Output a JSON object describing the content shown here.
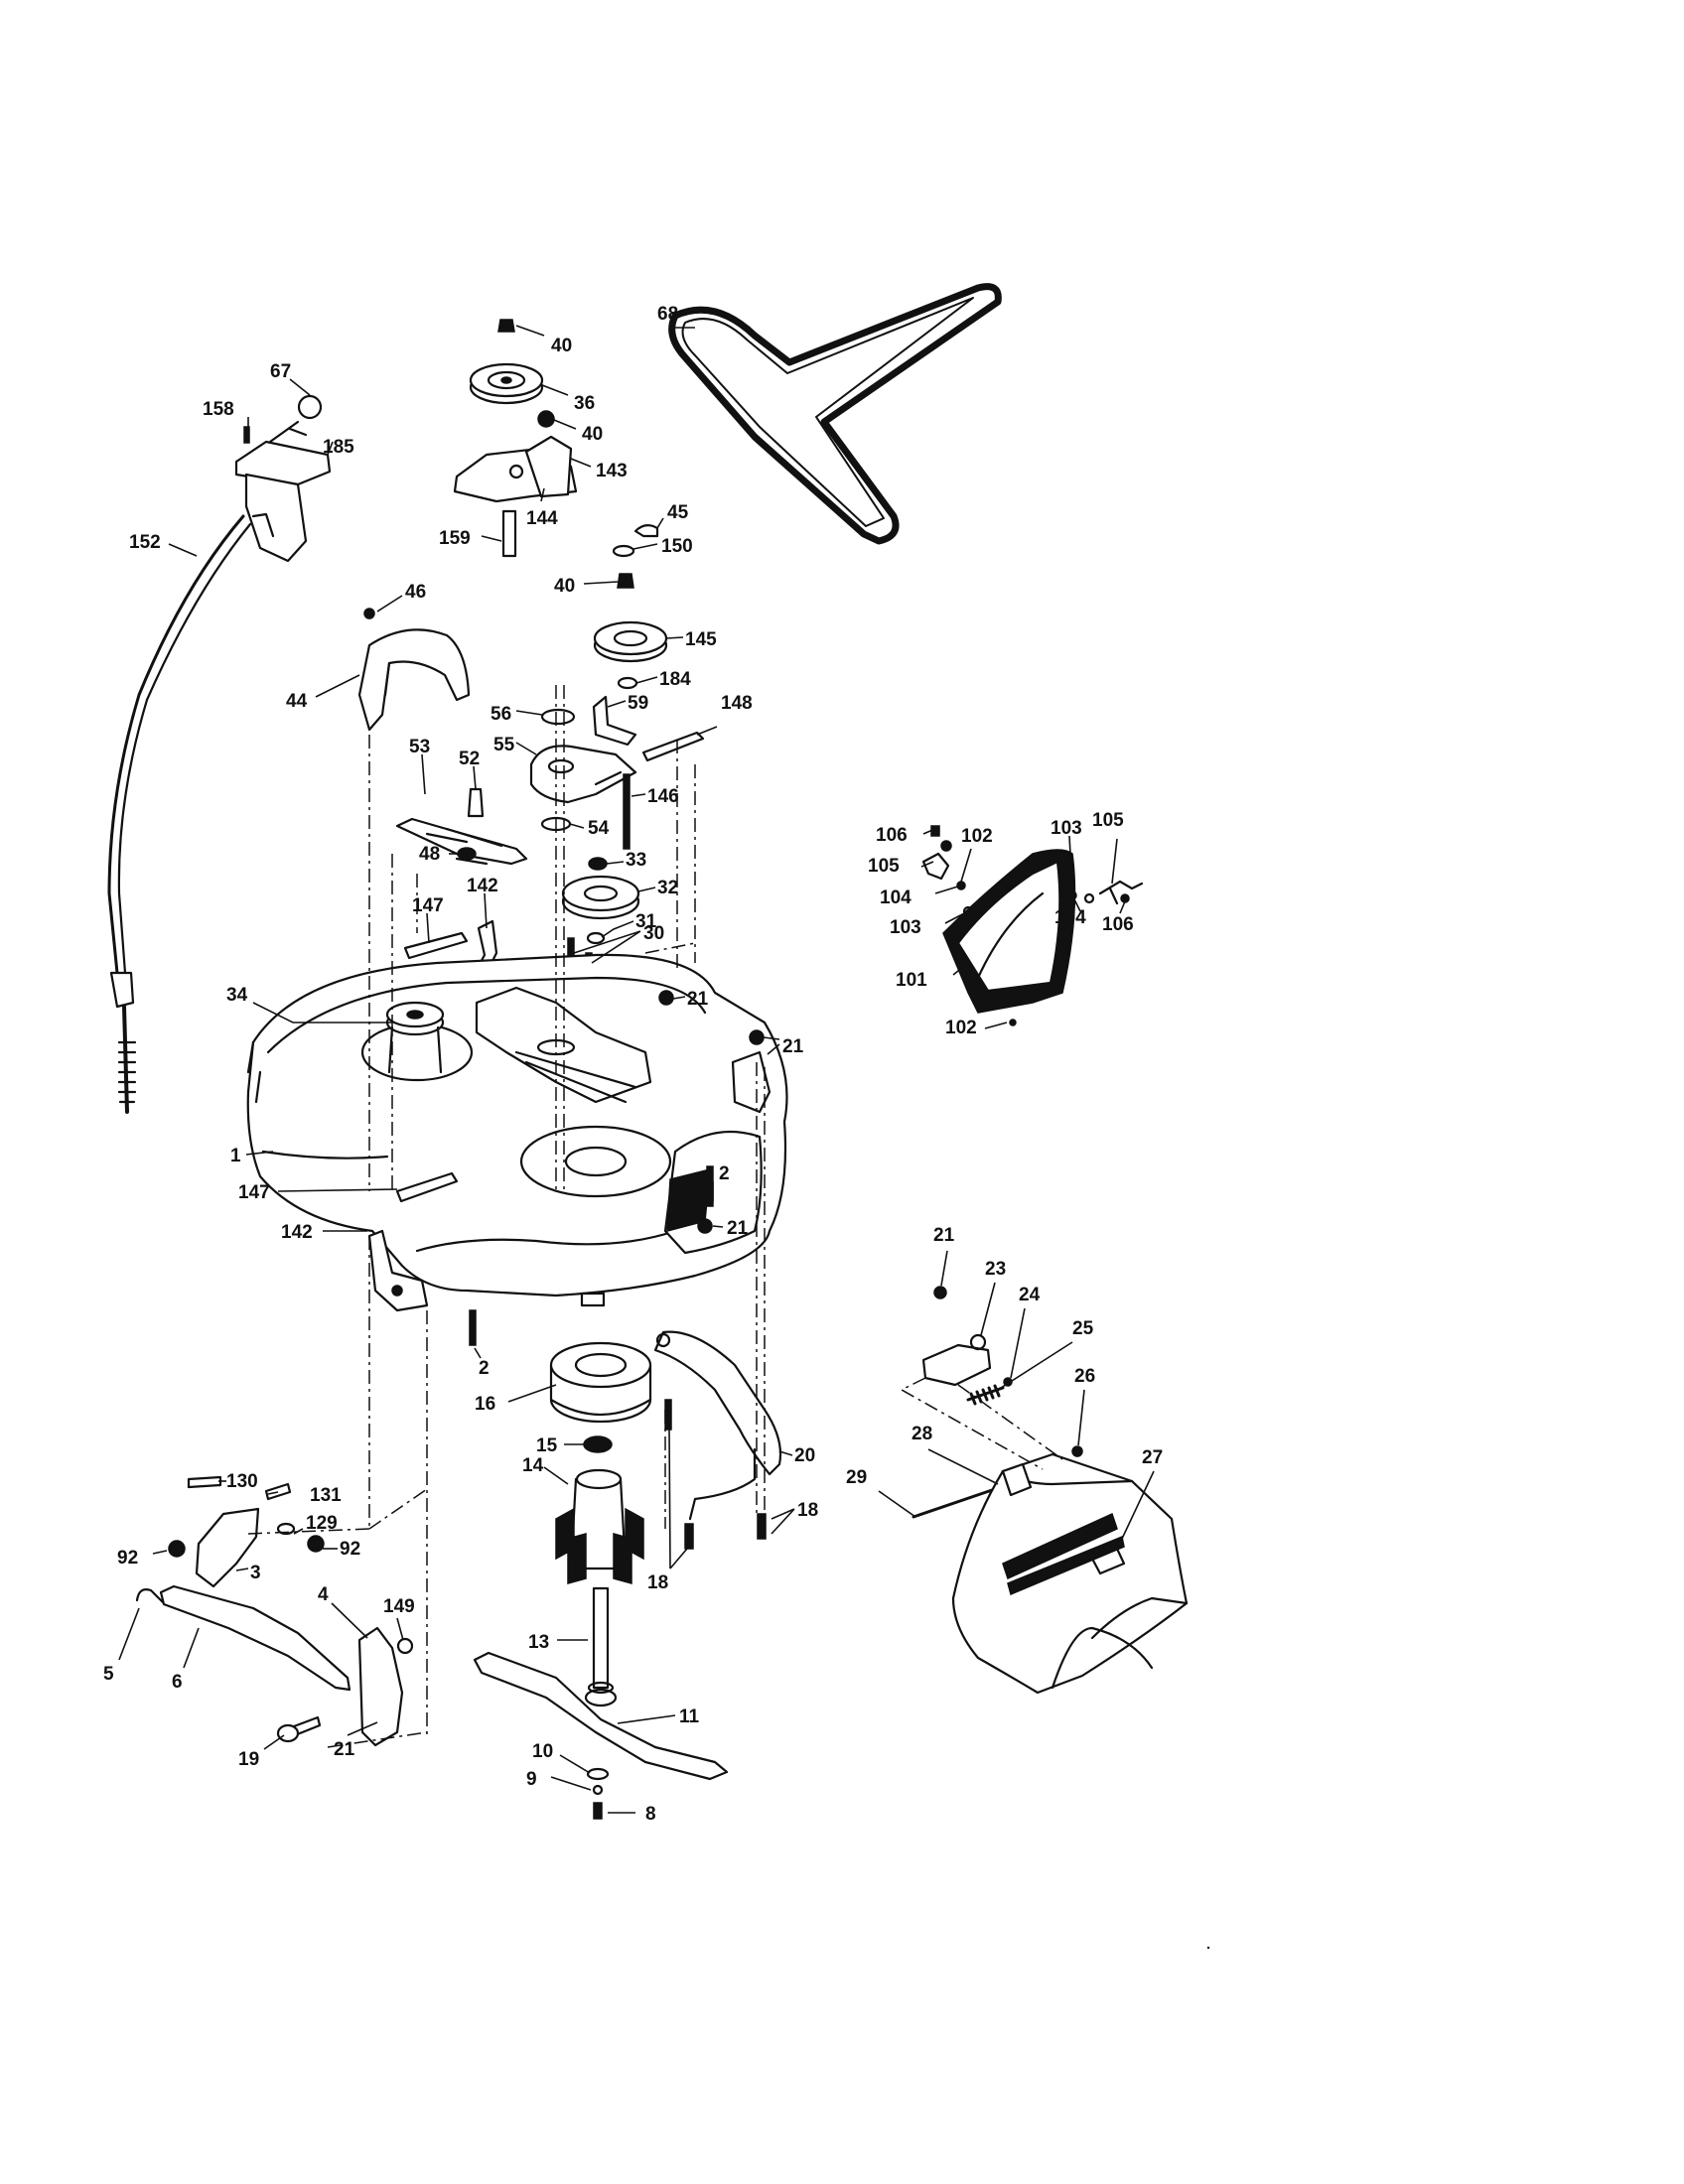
{
  "callouts": [
    {
      "id": "40"
    },
    {
      "id": "36"
    },
    {
      "id": "40"
    },
    {
      "id": "143"
    },
    {
      "id": "144"
    },
    {
      "id": "159"
    },
    {
      "id": "45"
    },
    {
      "id": "150"
    },
    {
      "id": "40"
    },
    {
      "id": "145"
    },
    {
      "id": "184"
    },
    {
      "id": "59"
    },
    {
      "id": "148"
    },
    {
      "id": "56"
    },
    {
      "id": "55"
    },
    {
      "id": "146"
    },
    {
      "id": "54"
    },
    {
      "id": "33"
    },
    {
      "id": "32"
    },
    {
      "id": "31"
    },
    {
      "id": "30"
    },
    {
      "id": "21"
    },
    {
      "id": "21"
    },
    {
      "id": "68"
    },
    {
      "id": "67"
    },
    {
      "id": "158"
    },
    {
      "id": "185"
    },
    {
      "id": "152"
    },
    {
      "id": "46"
    },
    {
      "id": "44"
    },
    {
      "id": "53"
    },
    {
      "id": "52"
    },
    {
      "id": "48"
    },
    {
      "id": "147"
    },
    {
      "id": "142"
    },
    {
      "id": "34"
    },
    {
      "id": "1"
    },
    {
      "id": "147"
    },
    {
      "id": "142"
    },
    {
      "id": "2"
    },
    {
      "id": "21"
    },
    {
      "id": "2"
    },
    {
      "id": "16"
    },
    {
      "id": "15"
    },
    {
      "id": "14"
    },
    {
      "id": "20"
    },
    {
      "id": "18"
    },
    {
      "id": "18"
    },
    {
      "id": "13"
    },
    {
      "id": "11"
    },
    {
      "id": "10"
    },
    {
      "id": "9"
    },
    {
      "id": "8"
    },
    {
      "id": "130"
    },
    {
      "id": "131"
    },
    {
      "id": "129"
    },
    {
      "id": "92"
    },
    {
      "id": "92"
    },
    {
      "id": "3"
    },
    {
      "id": "5"
    },
    {
      "id": "6"
    },
    {
      "id": "4"
    },
    {
      "id": "149"
    },
    {
      "id": "19"
    },
    {
      "id": "21"
    },
    {
      "id": "106"
    },
    {
      "id": "105"
    },
    {
      "id": "102"
    },
    {
      "id": "104"
    },
    {
      "id": "103"
    },
    {
      "id": "101"
    },
    {
      "id": "102"
    },
    {
      "id": "103"
    },
    {
      "id": "105"
    },
    {
      "id": "104"
    },
    {
      "id": "106"
    },
    {
      "id": "21"
    },
    {
      "id": "23"
    },
    {
      "id": "24"
    },
    {
      "id": "25"
    },
    {
      "id": "26"
    },
    {
      "id": "28"
    },
    {
      "id": "29"
    },
    {
      "id": "27"
    }
  ]
}
